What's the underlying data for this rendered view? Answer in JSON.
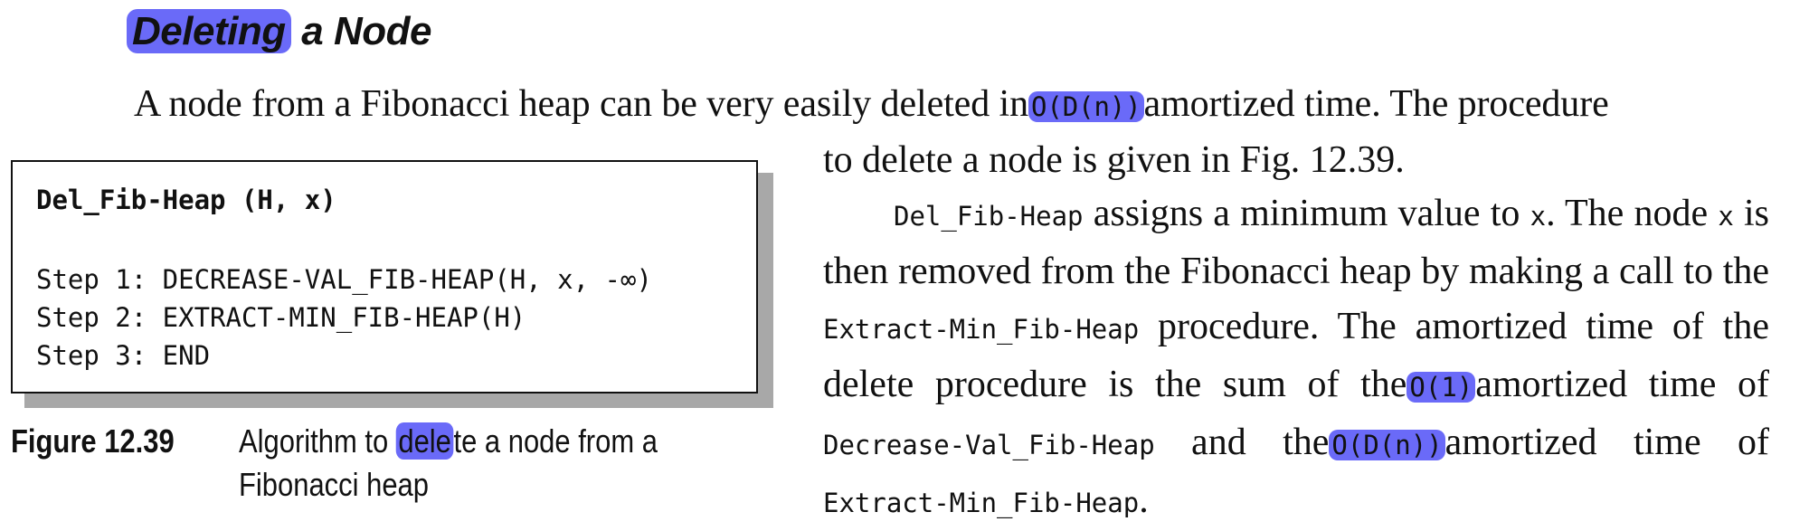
{
  "heading": {
    "highlighted_word": "Deleting",
    "rest": " a Node"
  },
  "intro": {
    "before": "A node from a Fibonacci heap can be very easily deleted in",
    "complexity": "O(D(n))",
    "after": "amortized time. The procedure",
    "continuation": "to delete a node is given in Fig. 12.39."
  },
  "algorithm": {
    "title": "Del_Fib-Heap (H, x)",
    "steps": [
      "Step 1: DECREASE-VAL_FIB-HEAP(H, x, -∞)",
      "Step 2: EXTRACT-MIN_FIB-HEAP(H)",
      "Step 3: END"
    ]
  },
  "figure": {
    "label": "Figure 12.39",
    "caption_before": "Algorithm to ",
    "caption_highlight": "dele",
    "caption_after": "te a node from a",
    "caption_line2": "Fibonacci heap"
  },
  "paragraph2": {
    "code1": "Del_Fib-Heap",
    "t1": " assigns a minimum value to ",
    "code2": "x",
    "t2": ". The node ",
    "code3": "x",
    "t3": " is then removed from the Fibonacci heap by making a call to the ",
    "code4": "Extract-Min_Fib-Heap",
    "t4": " procedure. The amortized time of the delete procedure is the sum of the",
    "complexity1": "O(1)",
    "t5": "amortized time of ",
    "code5": "Decrease-Val_Fib-Heap",
    "t6": " and the",
    "complexity2": "O(D(n))",
    "t7": "amortized time of ",
    "code6": "Extract-Min_Fib-Heap",
    "t8": "."
  },
  "colors": {
    "highlight": "#6a6af8",
    "text": "#111111",
    "shadow": "#a8a8a8"
  }
}
